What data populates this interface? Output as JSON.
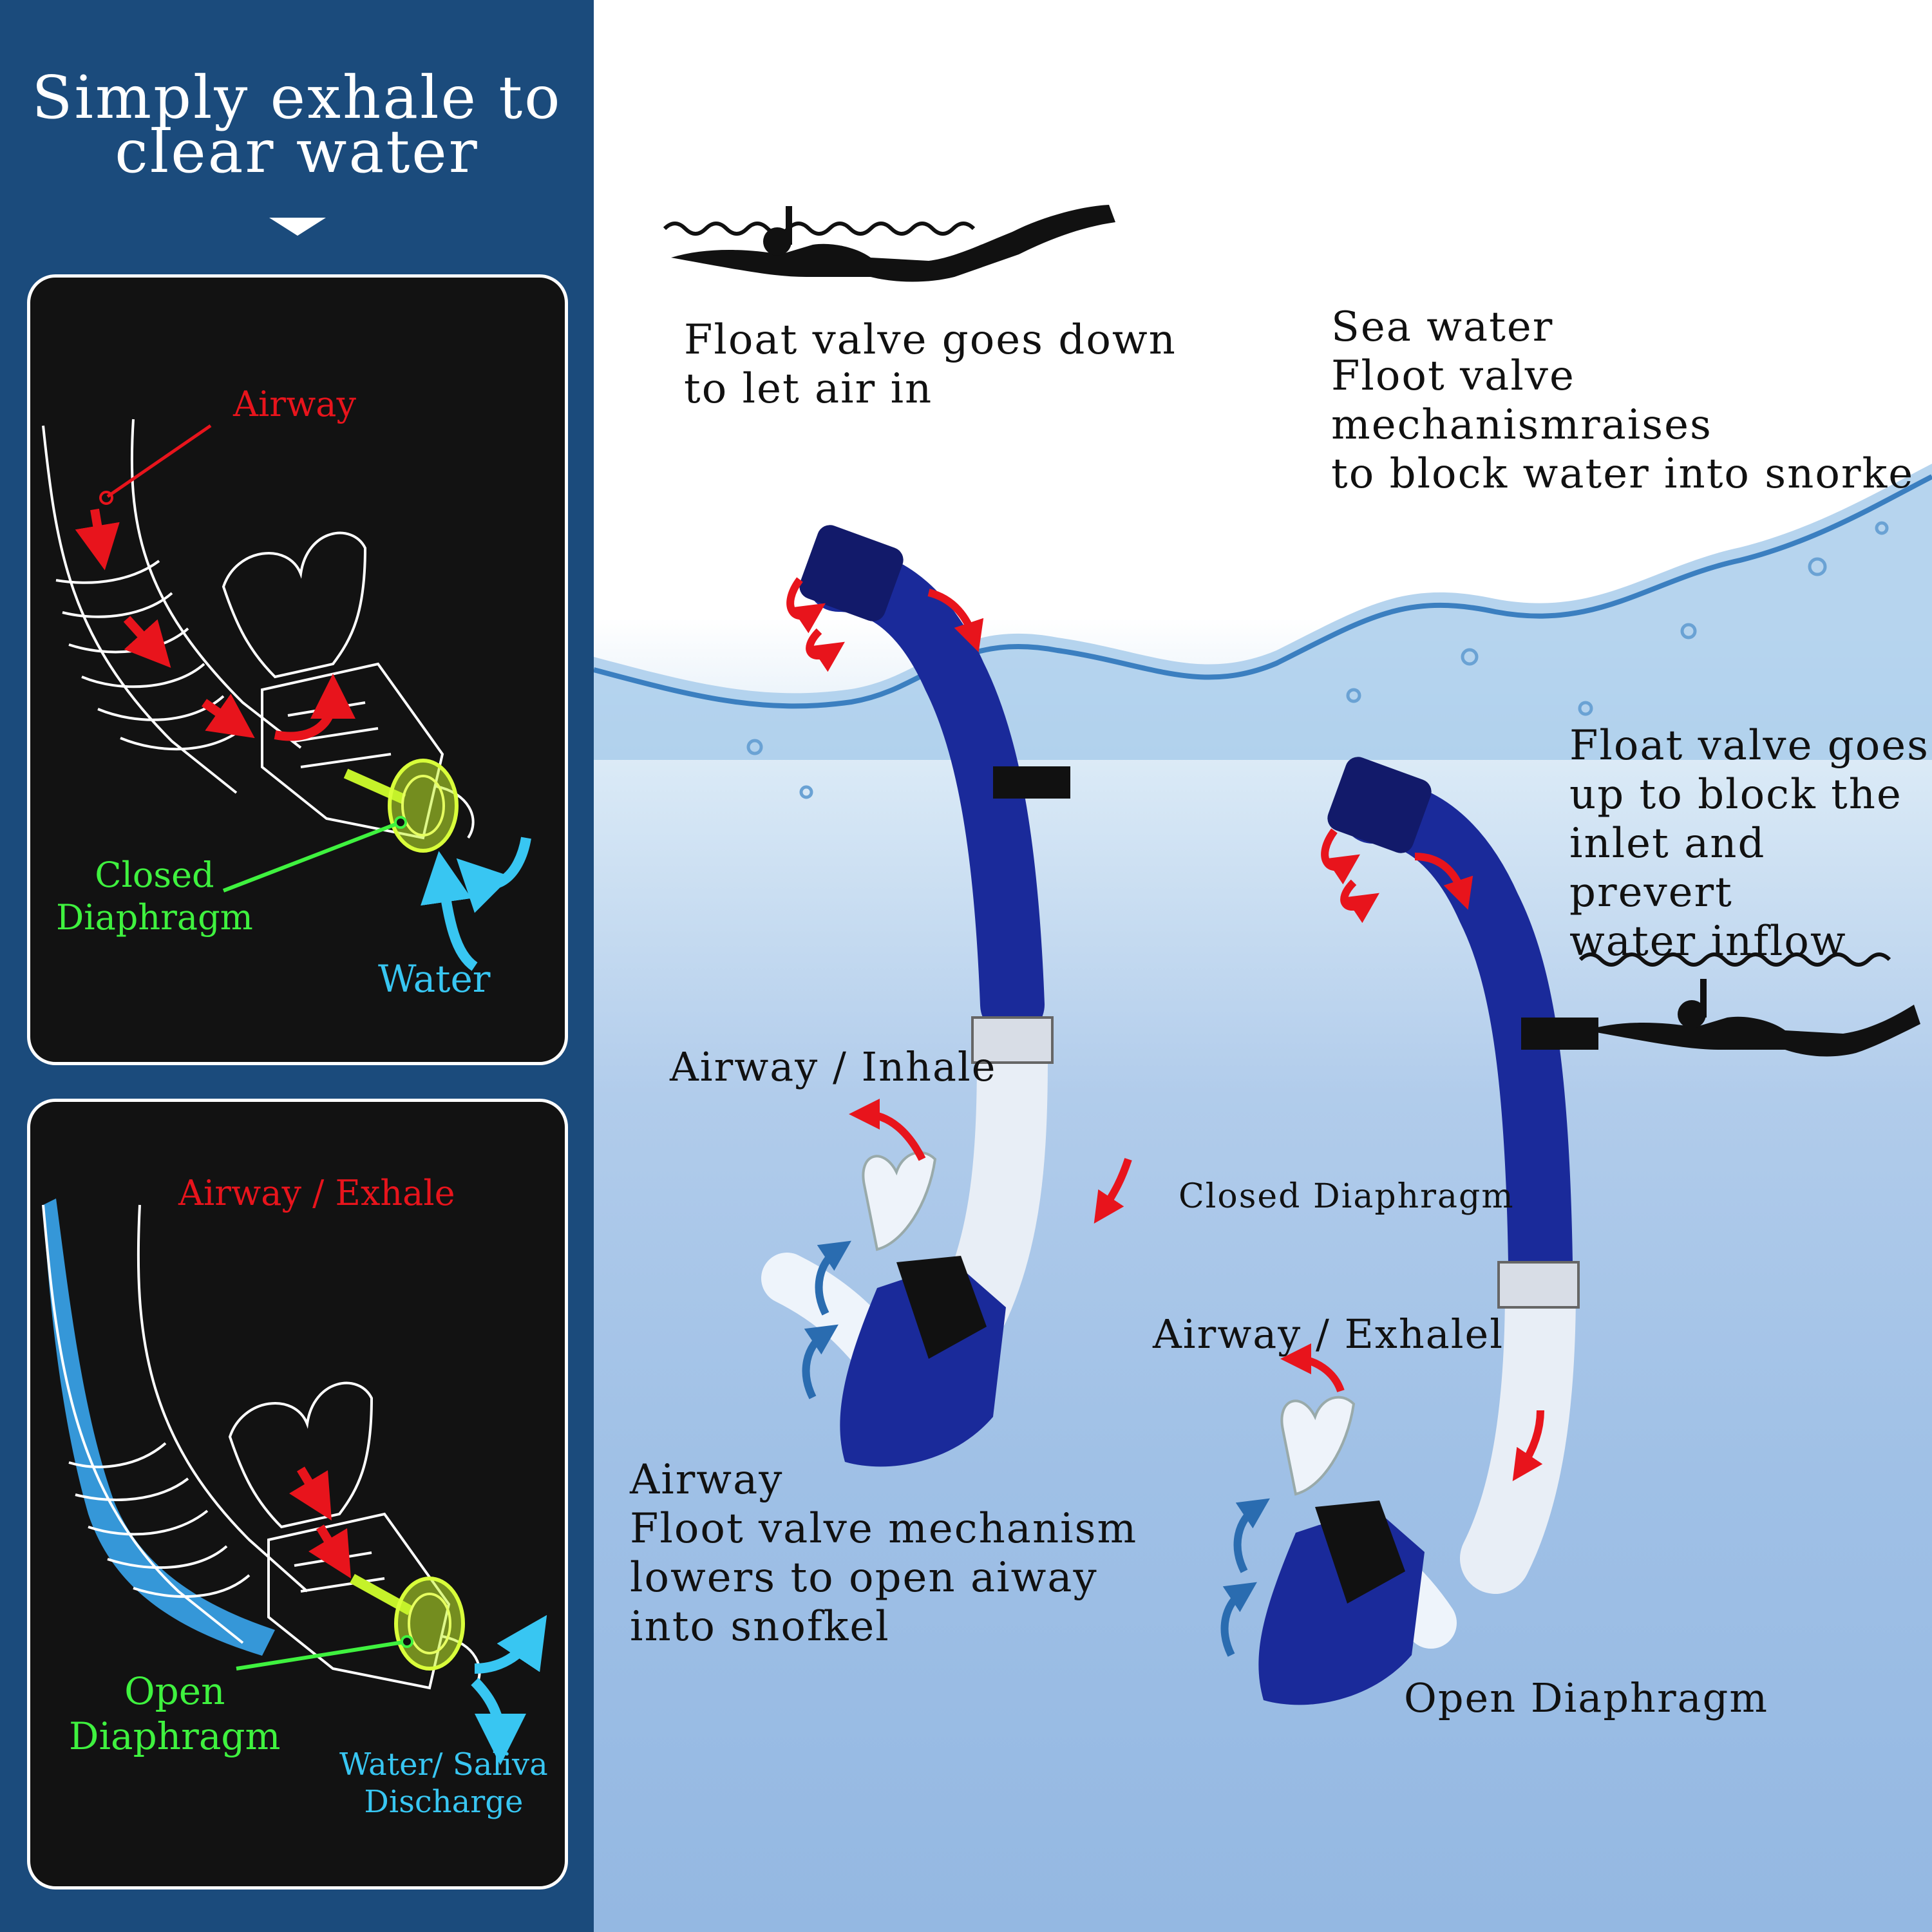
{
  "headline": "Simply exhale to\nclear water",
  "colors": {
    "panel": "#1b4b7c",
    "red": "#e8141c",
    "green": "#3ff23f",
    "cyan": "#38c6f2",
    "snorkel_blue": "#1a2a9a"
  },
  "top_card": {
    "airway": "Airway",
    "diaphragm": "Closed\nDiaphragm",
    "water": "Water"
  },
  "bottom_card": {
    "airway": "Airway / Exhale",
    "diaphragm": "Open\nDiaphragm",
    "discharge": "Water/ Saliva\nDischarge"
  },
  "scene": {
    "float_down": "Float valve goes down\nto let air in",
    "sea_water": "Sea water\nFloot valve mechanismraises\nto block water into snorke",
    "float_up": "Float valve goes\nup to block the\ninlet and prevert\nwater inflow",
    "airway_inhale": "Airway / Inhale",
    "closed_diaphragm": "Closed Diaphragm",
    "airway_exhale": "Airway / Exhalel",
    "airway_block": "Airway\nFloot valve mechanism\nlowers to open aiway\ninto snofkel",
    "open_diaphragm": "Open Diaphragm"
  }
}
